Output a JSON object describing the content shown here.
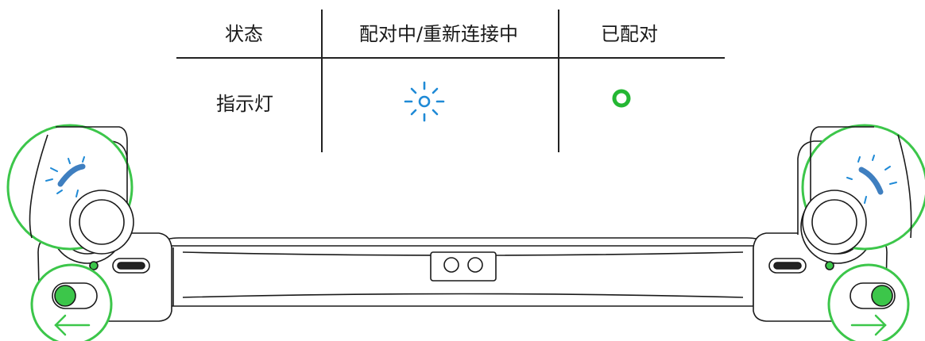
{
  "table": {
    "headers": {
      "state": "状态",
      "pairing": "配对中/重新连接中",
      "paired": "已配对"
    },
    "row_label": "指示灯",
    "indicators": {
      "pairing": "blinking-blue-icon",
      "paired": "solid-green-ring-icon"
    }
  },
  "colors": {
    "blink_blue": "#1f8ad6",
    "led_blue": "#3f7fc0",
    "highlight_green": "#3cc64a",
    "line": "#222222"
  },
  "controller": {
    "switch_left_direction": "left",
    "switch_right_direction": "right"
  }
}
